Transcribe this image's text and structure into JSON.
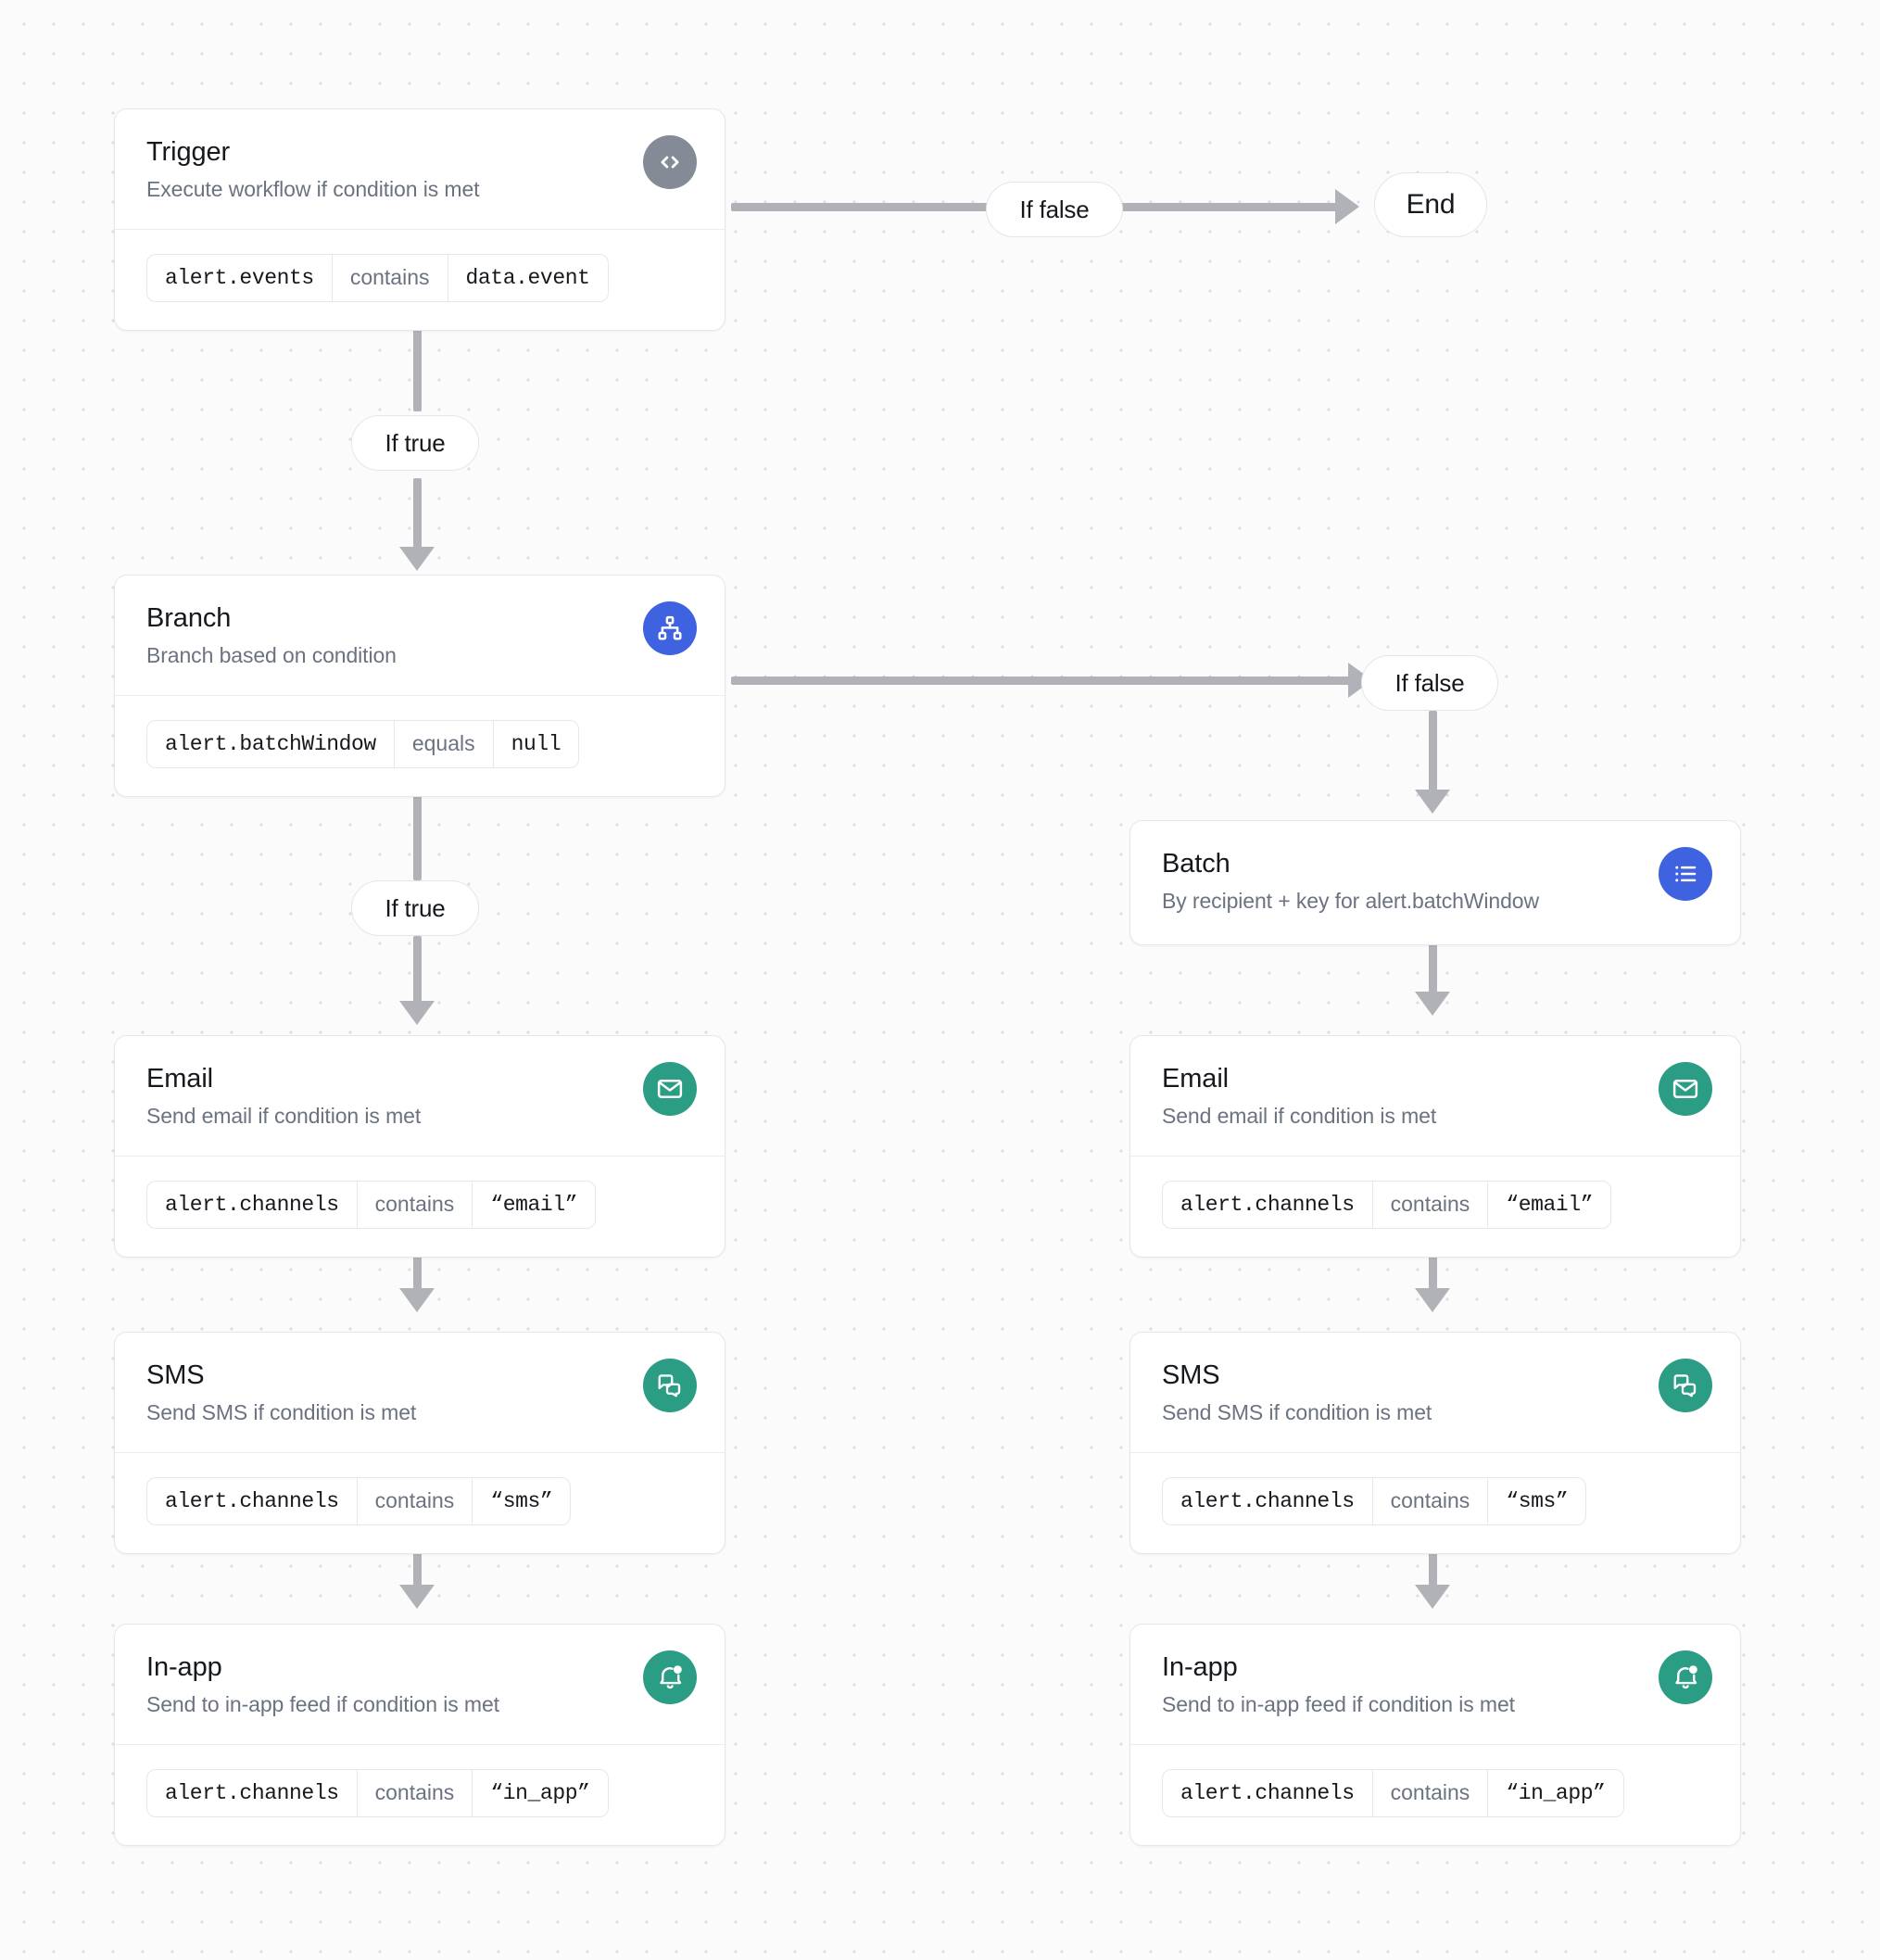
{
  "nodes": {
    "trigger": {
      "title": "Trigger",
      "subtitle": "Execute workflow if condition is met",
      "icon": "code-brackets-icon",
      "icon_color": "#858b96",
      "condition": {
        "left": "alert.events",
        "operator": "contains",
        "right": "data.event"
      }
    },
    "branch": {
      "title": "Branch",
      "subtitle": "Branch based on condition",
      "icon": "sitemap-icon",
      "icon_color": "#3f63e0",
      "condition": {
        "left": "alert.batchWindow",
        "operator": "equals",
        "right": "null"
      }
    },
    "batch": {
      "title": "Batch",
      "subtitle": "By recipient + key for alert.batchWindow",
      "icon": "list-icon",
      "icon_color": "#3f63e0"
    },
    "email_left": {
      "title": "Email",
      "subtitle": "Send email if condition is met",
      "icon": "envelope-icon",
      "icon_color": "#2a9d84",
      "condition": {
        "left": "alert.channels",
        "operator": "contains",
        "right": "“email”"
      }
    },
    "sms_left": {
      "title": "SMS",
      "subtitle": "Send SMS if condition is met",
      "icon": "chat-bubbles-icon",
      "icon_color": "#2a9d84",
      "condition": {
        "left": "alert.channels",
        "operator": "contains",
        "right": "“sms”"
      }
    },
    "inapp_left": {
      "title": "In-app",
      "subtitle": "Send to in-app feed if condition is met",
      "icon": "bell-dot-icon",
      "icon_color": "#2a9d84",
      "condition": {
        "left": "alert.channels",
        "operator": "contains",
        "right": "“in_app”"
      }
    },
    "email_right": {
      "title": "Email",
      "subtitle": "Send email if condition is met",
      "icon": "envelope-icon",
      "icon_color": "#2a9d84",
      "condition": {
        "left": "alert.channels",
        "operator": "contains",
        "right": "“email”"
      }
    },
    "sms_right": {
      "title": "SMS",
      "subtitle": "Send SMS if condition is met",
      "icon": "chat-bubbles-icon",
      "icon_color": "#2a9d84",
      "condition": {
        "left": "alert.channels",
        "operator": "contains",
        "right": "“sms”"
      }
    },
    "inapp_right": {
      "title": "In-app",
      "subtitle": "Send to in-app feed if condition is met",
      "icon": "bell-dot-icon",
      "icon_color": "#2a9d84",
      "condition": {
        "left": "alert.channels",
        "operator": "contains",
        "right": "“in_app”"
      }
    }
  },
  "edges": {
    "trigger_false_label": "If false",
    "trigger_true_label": "If true",
    "branch_false_label": "If false",
    "branch_true_label": "If true",
    "end_label": "End"
  },
  "colors": {
    "edge": "#b0b2b8",
    "card_border": "#e6e7eb",
    "canvas_bg": "#fbfbfc",
    "grid_dot": "#dcdee2",
    "accent_blue": "#3f63e0",
    "accent_green": "#2a9d84",
    "accent_gray": "#858b96"
  }
}
